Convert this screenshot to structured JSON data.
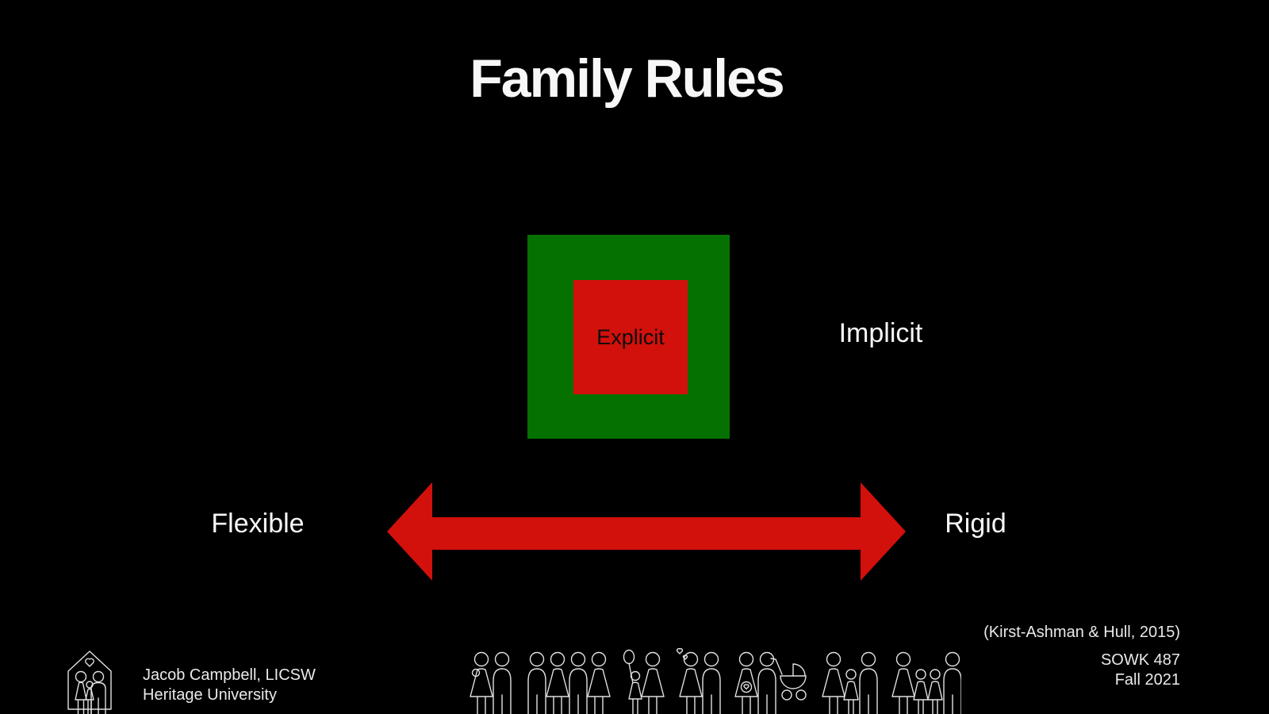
{
  "slide": {
    "title": "Family Rules",
    "diagram": {
      "explicit_label": "Explicit",
      "implicit_label": "Implicit",
      "flexible_label": "Flexible",
      "rigid_label": "Rigid"
    },
    "footer": {
      "author": "Jacob Campbell, LICSW",
      "institution": "Heritage University",
      "citation": "(Kirst-Ashman & Hull, 2015)",
      "course": "SOWK 487",
      "term": "Fall 2021"
    },
    "colors": {
      "background": "#000000",
      "green_square": "#057100",
      "red_square": "#d2100c",
      "arrow_red": "#d2100c",
      "text_white": "#f7f7f7",
      "footer_text": "#e9e9e9",
      "explicit_text": "#0d0d0d"
    },
    "icons": {
      "logo": "house-family-heart-icon",
      "family_figures": [
        "woman-with-baby",
        "man",
        "gap",
        "man",
        "woman",
        "man",
        "woman",
        "gap",
        "child-with-balloon",
        "woman",
        "gap",
        "hearts",
        "woman",
        "man",
        "gap",
        "pregnant-woman",
        "man",
        "stroller",
        "gap",
        "woman",
        "child",
        "man",
        "gap",
        "woman",
        "child",
        "child",
        "man"
      ]
    }
  }
}
